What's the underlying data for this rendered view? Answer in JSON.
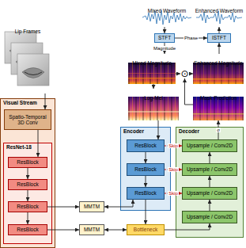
{
  "diagram": {
    "nodes": [
      {
        "text": [
          "Mixed Waveform"
        ]
      },
      {
        "text": [
          "Enhanced Waveform"
        ]
      },
      {
        "text": [
          "STFT"
        ]
      },
      {
        "text": [
          "ISTFT"
        ]
      },
      {
        "text": [
          "Mixed Magnitude"
        ]
      },
      {
        "text": [
          "Enhanced Magnitude"
        ]
      },
      {
        "text": [
          "Log-Mel"
        ]
      },
      {
        "text": [
          "Mask Prediction"
        ]
      },
      {
        "text": [
          "Lip Frames"
        ]
      },
      {
        "text": [
          "Visual Stream"
        ]
      },
      {
        "text": [
          "Spatio-Temporal 3D Conv"
        ],
        "in": 9
      },
      {
        "text": [
          "ResNet-18"
        ],
        "in": 9
      },
      {
        "text": [
          "ResBlock"
        ],
        "in": 11
      },
      {
        "text": [
          "ResBlock"
        ],
        "in": 11
      },
      {
        "text": [
          "ResBlock"
        ],
        "in": 11
      },
      {
        "text": [
          "ResBlock"
        ],
        "in": 11
      },
      {
        "text": [
          "Encoder"
        ]
      },
      {
        "text": [
          "ResBlock"
        ],
        "in": 16
      },
      {
        "text": [
          "ResBlock"
        ],
        "in": 16
      },
      {
        "text": [
          "ResBlock"
        ],
        "in": 16
      },
      {
        "text": [
          "Decoder"
        ]
      },
      {
        "text": [
          "Upsample / Conv2D"
        ],
        "in": 20
      },
      {
        "text": [
          "Upsample / Conv2D"
        ],
        "in": 20
      },
      {
        "text": [
          "Upsample / Conv2D"
        ],
        "in": 20
      },
      {
        "text": [
          "Upsample / Conv2D"
        ],
        "in": 20
      },
      {
        "text": [
          "MMTM"
        ]
      },
      {
        "text": [
          "MMTM"
        ]
      },
      {
        "text": [
          "Bottleneck"
        ]
      },
      {
        "text": [
          "⊙"
        ]
      }
    ],
    "edges": [
      {
        "from": 0,
        "to": 2,
        "arrow": "to"
      },
      {
        "from": 2,
        "to": 4,
        "label": "Magnitude",
        "arrow": "to"
      },
      {
        "from": 2,
        "to": 3,
        "label": "Phase",
        "arrow": "to"
      },
      {
        "from": 3,
        "to": 1,
        "arrow": "to"
      },
      {
        "from": 4,
        "to": 28,
        "arrow": "to"
      },
      {
        "from": 4,
        "to": 6,
        "arrow": "to"
      },
      {
        "from": 28,
        "to": 5,
        "arrow": "to"
      },
      {
        "from": 5,
        "to": 3,
        "arrow": "to"
      },
      {
        "from": 7,
        "to": 28,
        "arrow": "to"
      },
      {
        "from": 6,
        "to": 17,
        "arrow": "to"
      },
      {
        "from": 17,
        "to": 18,
        "arrow": "to"
      },
      {
        "from": 18,
        "to": 19,
        "arrow": "to"
      },
      {
        "from": 19,
        "to": 27,
        "arrow": "to"
      },
      {
        "from": 27,
        "to": 24,
        "arrow": "to"
      },
      {
        "from": 24,
        "to": 23,
        "arrow": "to"
      },
      {
        "from": 23,
        "to": 22,
        "arrow": "to"
      },
      {
        "from": 22,
        "to": 21,
        "arrow": "to"
      },
      {
        "from": 21,
        "to": 7,
        "label": "σ",
        "arrow": "to"
      },
      {
        "from": 17,
        "to": 21,
        "label": "Skip",
        "arrow": "to"
      },
      {
        "from": 18,
        "to": 22,
        "label": "Skip",
        "arrow": "to"
      },
      {
        "from": 19,
        "to": 23,
        "label": "Skip",
        "arrow": "to"
      },
      {
        "from": 8,
        "to": 10,
        "arrow": "to"
      },
      {
        "from": 10,
        "to": 12,
        "arrow": "to"
      },
      {
        "from": 12,
        "to": 13,
        "arrow": "to"
      },
      {
        "from": 13,
        "to": 14,
        "arrow": "to"
      },
      {
        "from": 14,
        "to": 15,
        "arrow": "to"
      },
      {
        "from": 14,
        "to": 25,
        "arrow": "to"
      },
      {
        "from": 15,
        "to": 26,
        "arrow": "to"
      },
      {
        "from": 25,
        "to": 19,
        "arrow": "both"
      },
      {
        "from": 26,
        "to": 27,
        "arrow": "both"
      }
    ]
  }
}
